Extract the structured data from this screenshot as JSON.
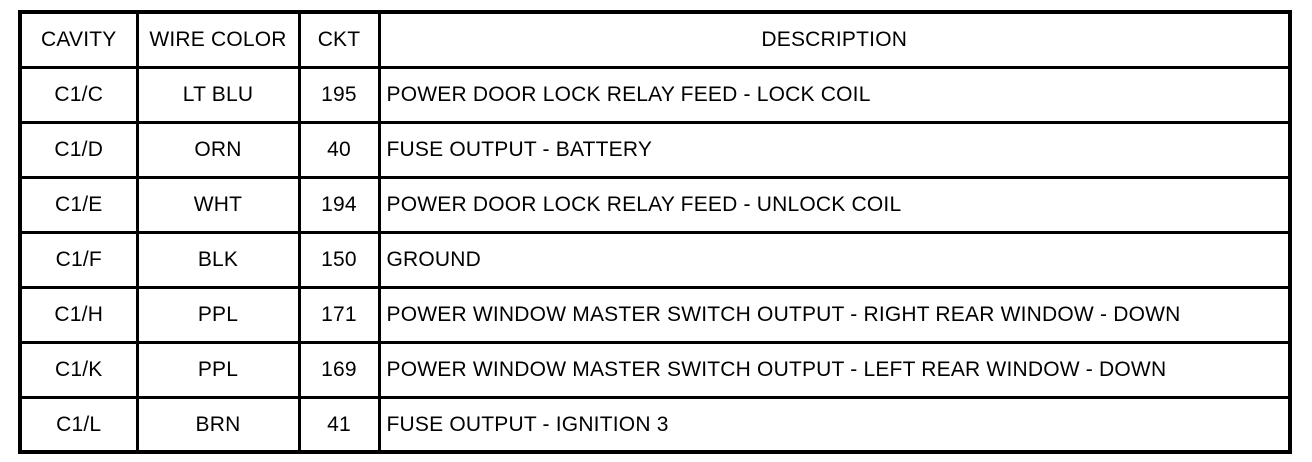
{
  "table": {
    "name": "connector-pinout-table",
    "columns": [
      {
        "key": "cavity",
        "label": "CAVITY",
        "align": "center"
      },
      {
        "key": "wire_color",
        "label": "WIRE COLOR",
        "align": "center"
      },
      {
        "key": "ckt",
        "label": "CKT",
        "align": "center"
      },
      {
        "key": "description",
        "label": "DESCRIPTION",
        "align": "left"
      }
    ],
    "rows": [
      {
        "cavity": "C1/C",
        "wire_color": "LT BLU",
        "ckt": "195",
        "description": "POWER DOOR LOCK RELAY FEED - LOCK COIL"
      },
      {
        "cavity": "C1/D",
        "wire_color": "ORN",
        "ckt": "40",
        "description": "FUSE OUTPUT - BATTERY"
      },
      {
        "cavity": "C1/E",
        "wire_color": "WHT",
        "ckt": "194",
        "description": "POWER DOOR LOCK RELAY FEED - UNLOCK COIL"
      },
      {
        "cavity": "C1/F",
        "wire_color": "BLK",
        "ckt": "150",
        "description": "GROUND"
      },
      {
        "cavity": "C1/H",
        "wire_color": "PPL",
        "ckt": "171",
        "description": "POWER WINDOW MASTER SWITCH OUTPUT - RIGHT REAR WINDOW - DOWN"
      },
      {
        "cavity": "C1/K",
        "wire_color": "PPL",
        "ckt": "169",
        "description": "POWER WINDOW MASTER SWITCH OUTPUT - LEFT REAR WINDOW - DOWN"
      },
      {
        "cavity": "C1/L",
        "wire_color": "BRN",
        "ckt": "41",
        "description": "FUSE OUTPUT - IGNITION 3"
      }
    ]
  },
  "colors": {
    "background": "#ffffff",
    "border": "#000000",
    "text": "#000000"
  }
}
